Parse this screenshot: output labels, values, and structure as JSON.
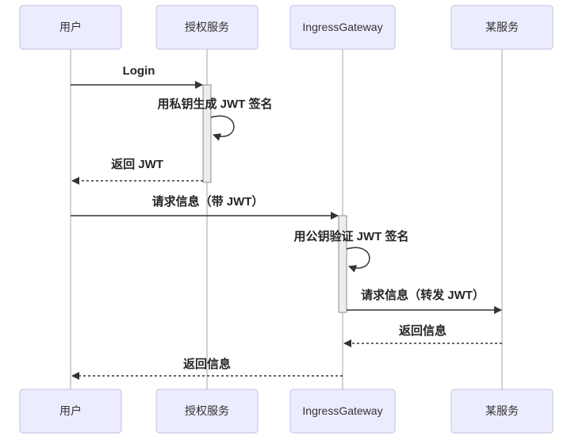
{
  "diagram": {
    "type": "sequence-diagram",
    "background_color": "#ffffff",
    "colors": {
      "actor_fill": "#ECECFF",
      "actor_border": "#c3bfe0",
      "lifeline": "#a6a6a6",
      "message_line": "#333333",
      "message_text": "#262626",
      "activation_fill": "#EDEDED",
      "activation_border": "#8c8c8c"
    },
    "participants": [
      {
        "name": "用户"
      },
      {
        "name": "授权服务"
      },
      {
        "name": "IngressGateway"
      },
      {
        "name": "某服务"
      }
    ],
    "messages": [
      {
        "from": "用户",
        "to": "授权服务",
        "text": "Login",
        "line": "solid"
      },
      {
        "from": "授权服务",
        "to": "授权服务",
        "text": "用私钥生成 JWT 签名",
        "line": "self"
      },
      {
        "from": "授权服务",
        "to": "用户",
        "text": "返回 JWT",
        "line": "dashed"
      },
      {
        "from": "用户",
        "to": "IngressGateway",
        "text": "请求信息（带 JWT）",
        "line": "solid"
      },
      {
        "from": "IngressGateway",
        "to": "IngressGateway",
        "text": "用公钥验证 JWT 签名",
        "line": "self"
      },
      {
        "from": "IngressGateway",
        "to": "某服务",
        "text": "请求信息（转发 JWT）",
        "line": "solid"
      },
      {
        "from": "某服务",
        "to": "IngressGateway",
        "text": "返回信息",
        "line": "dashed"
      },
      {
        "from": "IngressGateway",
        "to": "用户",
        "text": "返回信息",
        "line": "dashed"
      }
    ],
    "activations": [
      {
        "participant": "授权服务",
        "from_message": "Login",
        "to_message": "返回 JWT"
      },
      {
        "participant": "IngressGateway",
        "from_message": "请求信息（带 JWT）",
        "to_message": "请求信息（转发 JWT）"
      }
    ]
  }
}
